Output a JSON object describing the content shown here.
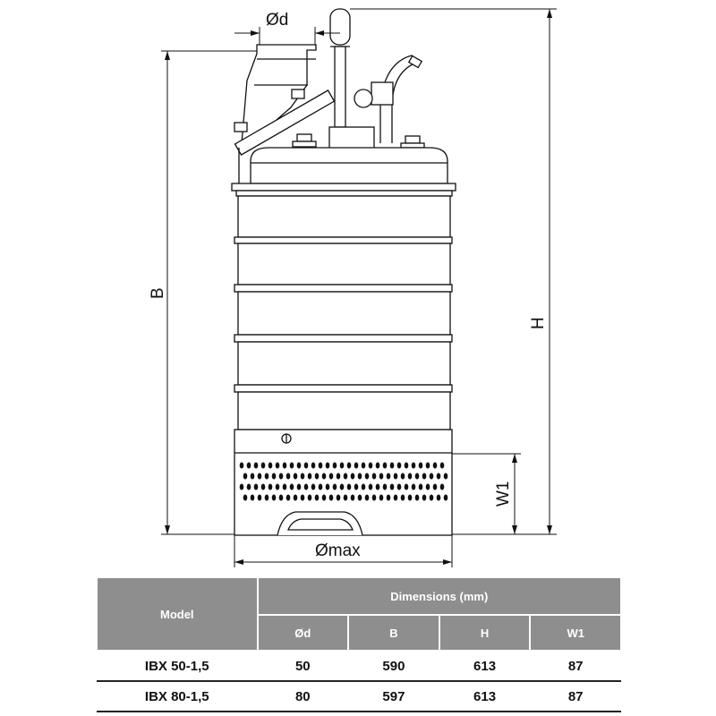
{
  "drawing": {
    "labels": {
      "outlet_diameter": "Ød",
      "max_diameter": "Ømax",
      "height_b": "B",
      "height_h": "H",
      "width_w1": "W1"
    }
  },
  "table": {
    "model_header": "Model",
    "group_header": "Dimensions (mm)",
    "columns": [
      "Ød",
      "B",
      "H",
      "W1"
    ],
    "rows": [
      {
        "model": "IBX 50-1,5",
        "values": [
          "50",
          "590",
          "613",
          "87"
        ]
      },
      {
        "model": "IBX 80-1,5",
        "values": [
          "80",
          "597",
          "613",
          "87"
        ]
      }
    ],
    "header_color": "#8e8e8e"
  }
}
